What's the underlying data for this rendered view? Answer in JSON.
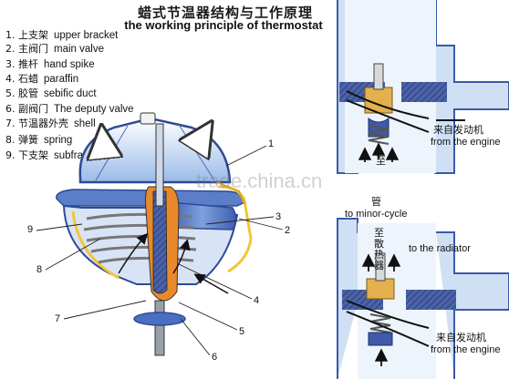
{
  "title": {
    "chinese": "蜡式节温器结构与工作原理",
    "english": "the working principle of thermostat"
  },
  "legend": [
    {
      "number": "1.",
      "chinese": "上支架",
      "english": "upper bracket"
    },
    {
      "number": "2.",
      "chinese": "主阀门",
      "english": "main valve"
    },
    {
      "number": "3.",
      "chinese": "推杆",
      "english": "hand spike"
    },
    {
      "number": "4.",
      "chinese": "石蜡",
      "english": "paraffin"
    },
    {
      "number": "5.",
      "chinese": "胶管",
      "english": "sebific duct"
    },
    {
      "number": "6.",
      "chinese": "副阀门",
      "english": "The deputy valve"
    },
    {
      "number": "7.",
      "chinese": "节温器外壳",
      "english": "shell"
    },
    {
      "number": "8.",
      "chinese": "弹簧",
      "english": "spring"
    },
    {
      "number": "9.",
      "chinese": "下支架",
      "english": "subframe"
    }
  ],
  "callouts": [
    "1",
    "2",
    "3",
    "4",
    "5",
    "6",
    "7",
    "8",
    "9"
  ],
  "top_right": {
    "from_engine_cn": "来自发动机",
    "from_engine_en": "from the engine",
    "to_minor_cn": "至",
    "to_minor_cn_2": "管",
    "to_minor_en": "to minor-cycle"
  },
  "bottom_right": {
    "to_radiator_cn": "至散热器",
    "to_radiator_en": "to the radiator",
    "from_engine_cn": "来自发动机",
    "from_engine_en": "from the engine"
  },
  "watermark": "trade.china.cn",
  "colors": {
    "shell_blue": "#5a7ec8",
    "valve_light": "#b9d2f2",
    "spring_gray": "#777777",
    "paraffin_orange": "#e8892c",
    "bracket_yellow": "#f1c63a",
    "arrow_black": "#111111"
  }
}
